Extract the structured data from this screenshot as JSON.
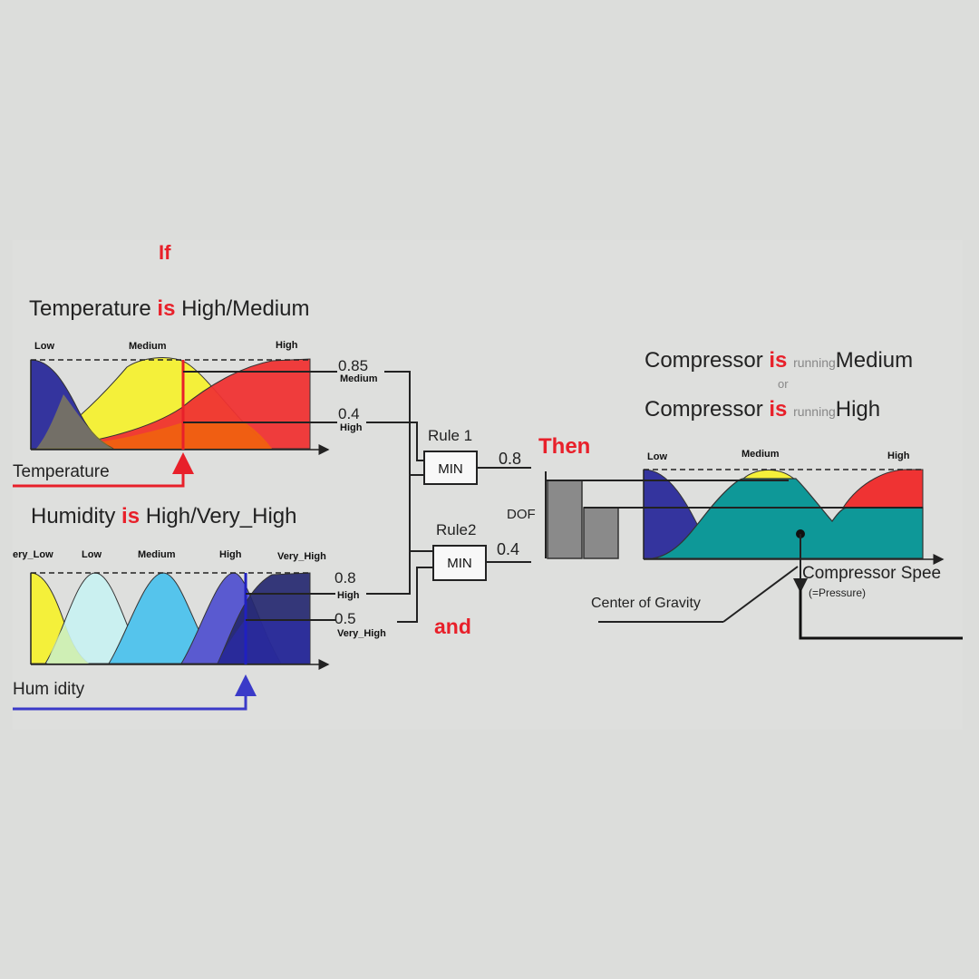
{
  "condition": {
    "if_word": "If",
    "then_word": "Then",
    "and_word": "and",
    "is_word": "is",
    "or_word": "or",
    "running_word": "running"
  },
  "temperature": {
    "rule_subject": "Temperature",
    "rule_value": "High/Medium",
    "axis_label": "Temperature",
    "sets": [
      "Low",
      "Medium",
      "High"
    ],
    "outputs": [
      {
        "value": "0.85",
        "label": "Medium"
      },
      {
        "value": "0.4",
        "label": "High"
      }
    ]
  },
  "humidity": {
    "rule_subject": "Humidity",
    "rule_value": "High/Very_High",
    "axis_label": "Hum idity",
    "sets": [
      "ery_Low",
      "Low",
      "Medium",
      "High",
      "Very_High"
    ],
    "outputs": [
      {
        "value": "0.8",
        "label": "High"
      },
      {
        "value": "0.5",
        "label": "Very_High"
      }
    ]
  },
  "rules": [
    {
      "name": "Rule 1",
      "op": "MIN",
      "result": "0.8"
    },
    {
      "name": "Rule2",
      "op": "MIN",
      "result": "0.4"
    }
  ],
  "output": {
    "line1_subject": "Compressor",
    "line1_value": "Medium",
    "line2_subject": "Compressor",
    "line2_value": "High",
    "sets": [
      "Low",
      "Medium",
      "High"
    ],
    "dof_label": "DOF",
    "axis_label": "Compressor Spee",
    "axis_sublabel": "(=Pressure)",
    "cog_label": "Center of Gravity"
  },
  "colors": {
    "red": "#e8202a",
    "blue": "#3636a6",
    "yellow": "#f4f03a",
    "teal": "#0e9898",
    "gray": "#8a8a8a"
  }
}
